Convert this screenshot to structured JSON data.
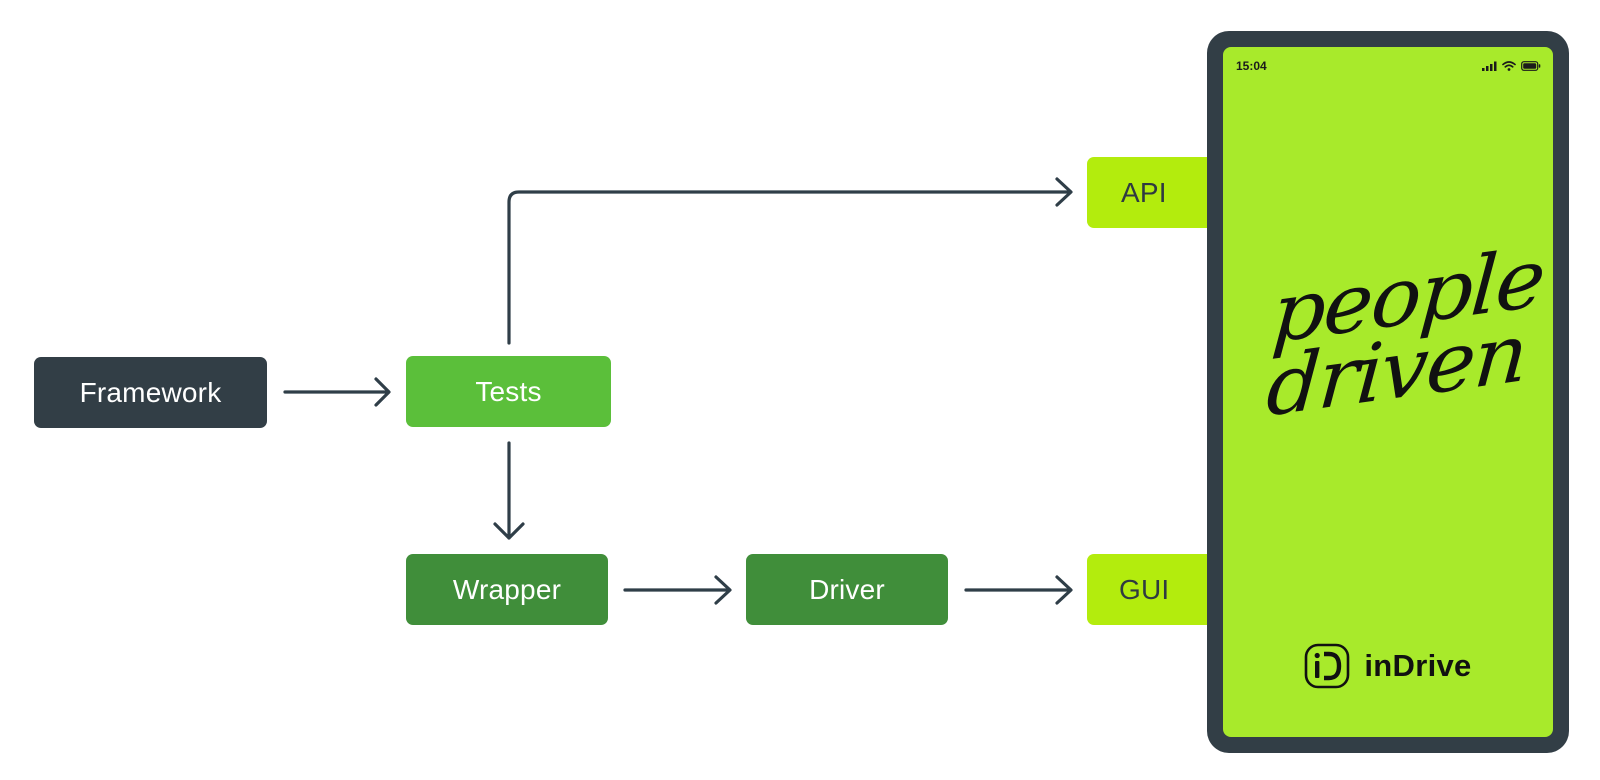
{
  "colors": {
    "framework_bg": "#323e46",
    "framework_text": "#ffffff",
    "tests_bg": "#5bbf3a",
    "tests_text": "#ffffff",
    "wrapper_bg": "#408e3a",
    "driver_bg": "#408e3a",
    "dark_green_text": "#ffffff",
    "api_bg": "#b3ec0d",
    "gui_bg": "#b3ec0d",
    "lime_text": "#2f3a41",
    "arrow": "#2f3e48",
    "phone_frame": "#323e46",
    "phone_screen": "#a8ea2b"
  },
  "nodes": {
    "framework": "Framework",
    "tests": "Tests",
    "wrapper": "Wrapper",
    "driver": "Driver",
    "api": "API",
    "gui": "GUI"
  },
  "phone": {
    "time": "15:04",
    "slogan_line1": "people",
    "slogan_line2": "driven",
    "brand_name": "inDrive",
    "icons": [
      "signal-icon",
      "wifi-icon",
      "battery-icon",
      "indrive-logo-icon"
    ]
  }
}
